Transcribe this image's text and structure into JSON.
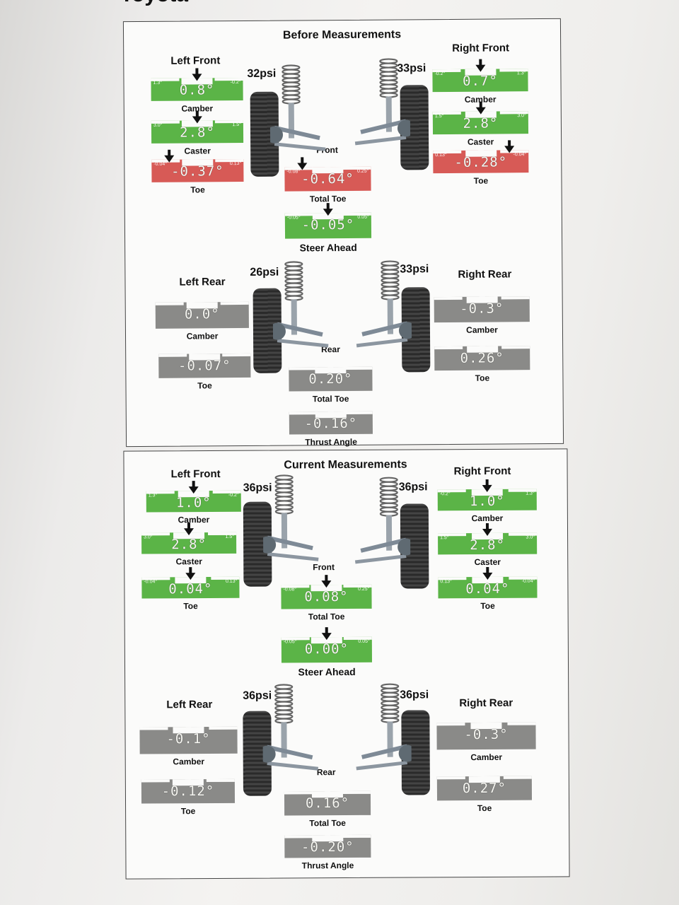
{
  "header": {
    "title": "Toyota"
  },
  "panels": {
    "before": {
      "title": "Before Measurements",
      "left_front": "Left Front",
      "right_front": "Right Front",
      "left_rear": "Left Rear",
      "right_rear": "Right Rear",
      "psi_lf": "32psi",
      "psi_rf": "33psi",
      "psi_lr": "26psi",
      "psi_rr": "33psi",
      "front_label": "Front",
      "rear_label": "Rear",
      "lf_camber": {
        "value": "0.8°",
        "caption": "Camber",
        "min": "1.3°",
        "max": "-0.2°",
        "status": "green"
      },
      "lf_caster": {
        "value": "2.8°",
        "caption": "Caster",
        "min": "3.0°",
        "max": "1.5°",
        "status": "green"
      },
      "lf_toe": {
        "value": "-0.37°",
        "caption": "Toe",
        "min": "-0.04°",
        "max": "0.13°",
        "status": "red"
      },
      "rf_camber": {
        "value": "0.7°",
        "caption": "Camber",
        "min": "-0.2°",
        "max": "1.3°",
        "status": "green"
      },
      "rf_caster": {
        "value": "2.8°",
        "caption": "Caster",
        "min": "1.5°",
        "max": "3.0°",
        "status": "green"
      },
      "rf_toe": {
        "value": "-0.28°",
        "caption": "Toe",
        "min": "0.13°",
        "max": "-0.04°",
        "status": "red"
      },
      "total_toe_front": {
        "value": "-0.64°",
        "caption": "Total Toe",
        "min": "-0.08°",
        "max": "0.25°",
        "status": "red"
      },
      "steer_ahead": {
        "value": "-0.05°",
        "caption": "Steer Ahead",
        "min": "-0.05°",
        "max": "0.05°",
        "status": "green"
      },
      "lr_camber": {
        "value": "0.0°",
        "caption": "Camber",
        "status": "gray"
      },
      "lr_toe": {
        "value": "-0.07°",
        "caption": "Toe",
        "status": "gray"
      },
      "rr_camber": {
        "value": "-0.3°",
        "caption": "Camber",
        "status": "gray"
      },
      "rr_toe": {
        "value": "0.26°",
        "caption": "Toe",
        "status": "gray"
      },
      "total_toe_rear": {
        "value": "0.20°",
        "caption": "Total Toe",
        "status": "gray"
      },
      "thrust_angle": {
        "value": "-0.16°",
        "caption": "Thrust Angle",
        "status": "gray"
      }
    },
    "current": {
      "title": "Current Measurements",
      "left_front": "Left Front",
      "right_front": "Right Front",
      "left_rear": "Left Rear",
      "right_rear": "Right Rear",
      "psi_lf": "36psi",
      "psi_rf": "36psi",
      "psi_lr": "36psi",
      "psi_rr": "36psi",
      "front_label": "Front",
      "rear_label": "Rear",
      "lf_camber": {
        "value": "1.0°",
        "caption": "Camber",
        "min": "1.3°",
        "max": "-0.2°",
        "status": "green"
      },
      "lf_caster": {
        "value": "2.8°",
        "caption": "Caster",
        "min": "3.0°",
        "max": "1.5°",
        "status": "green"
      },
      "lf_toe": {
        "value": "0.04°",
        "caption": "Toe",
        "min": "-0.04°",
        "max": "0.13°",
        "status": "green"
      },
      "rf_camber": {
        "value": "1.0°",
        "caption": "Camber",
        "min": "-0.2°",
        "max": "1.3°",
        "status": "green"
      },
      "rf_caster": {
        "value": "2.8°",
        "caption": "Caster",
        "min": "1.5°",
        "max": "3.0°",
        "status": "green"
      },
      "rf_toe": {
        "value": "0.04°",
        "caption": "Toe",
        "min": "0.13°",
        "max": "-0.04°",
        "status": "green"
      },
      "total_toe_front": {
        "value": "0.08°",
        "caption": "Total Toe",
        "min": "-0.08°",
        "max": "0.25°",
        "status": "green"
      },
      "steer_ahead": {
        "value": "0.00°",
        "caption": "Steer Ahead",
        "min": "-0.05°",
        "max": "0.05°",
        "status": "green"
      },
      "lr_camber": {
        "value": "-0.1°",
        "caption": "Camber",
        "status": "gray"
      },
      "lr_toe": {
        "value": "-0.12°",
        "caption": "Toe",
        "status": "gray"
      },
      "rr_camber": {
        "value": "-0.3°",
        "caption": "Camber",
        "status": "gray"
      },
      "rr_toe": {
        "value": "0.27°",
        "caption": "Toe",
        "status": "gray"
      },
      "total_toe_rear": {
        "value": "0.16°",
        "caption": "Total Toe",
        "status": "gray"
      },
      "thrust_angle": {
        "value": "-0.20°",
        "caption": "Thrust Angle",
        "status": "gray"
      }
    }
  },
  "colors": {
    "green": "#5bb447",
    "red": "#d75a56",
    "gray": "#8a8a88"
  }
}
